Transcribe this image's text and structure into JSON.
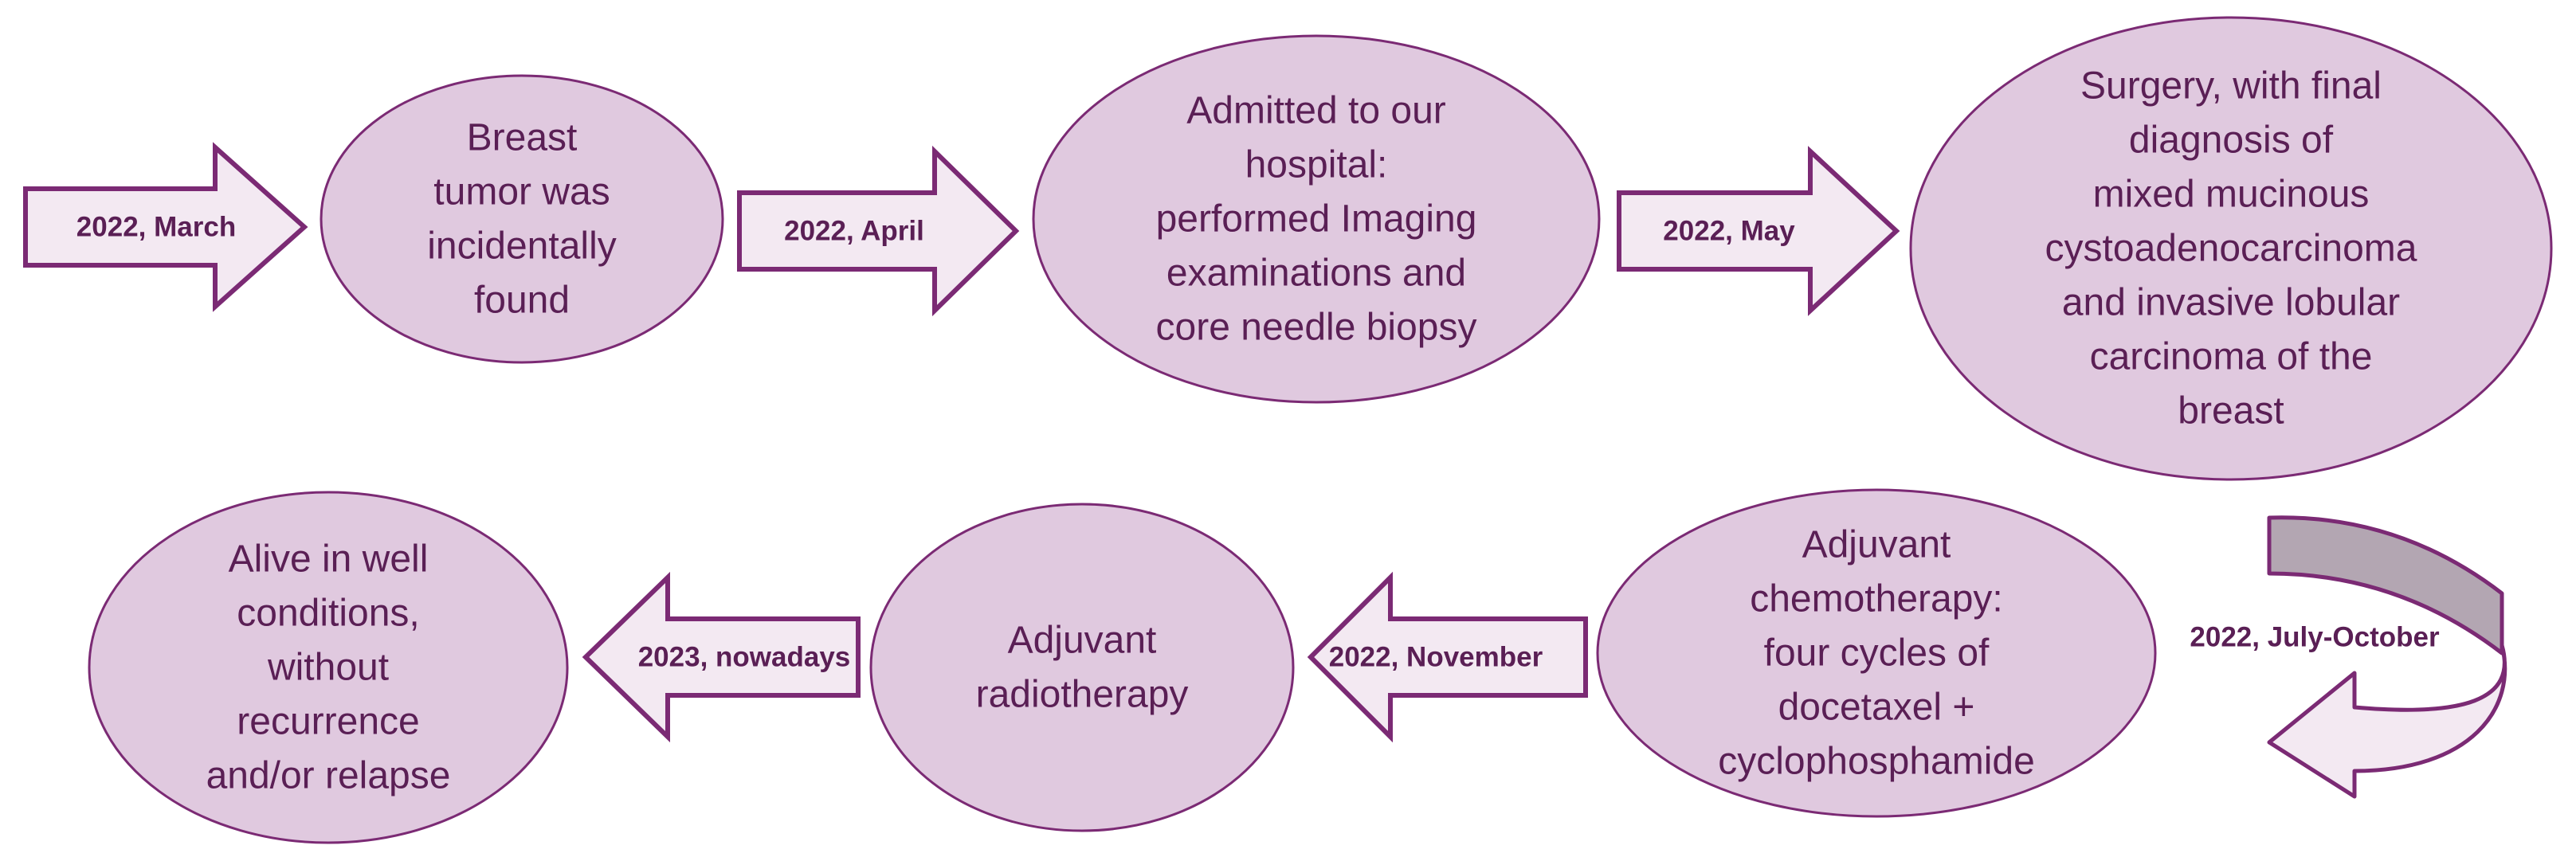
{
  "colors": {
    "node_fill": "#e0c9df",
    "arrow_fill": "#f3e9f2",
    "stroke": "#7b2a74",
    "curve_back": "#b3a6b2",
    "text": "#5a1f55"
  },
  "events": [
    {
      "id": "e1",
      "lines": [
        "Breast",
        "tumor was",
        "incidentally",
        "found"
      ]
    },
    {
      "id": "e2",
      "lines": [
        "Admitted to our",
        "hospital:",
        "performed Imaging",
        "examinations and",
        "core needle biopsy"
      ]
    },
    {
      "id": "e3",
      "lines": [
        "Surgery, with final",
        "diagnosis of",
        "mixed mucinous",
        "cystoadenocarcinoma",
        "and invasive lobular",
        "carcinoma of the",
        "breast"
      ]
    },
    {
      "id": "e4",
      "lines": [
        "Adjuvant",
        "chemotherapy:",
        "four cycles of",
        "docetaxel +",
        "cyclophosphamide"
      ]
    },
    {
      "id": "e5",
      "lines": [
        "Adjuvant",
        "radiotherapy"
      ]
    },
    {
      "id": "e6",
      "lines": [
        "Alive in well",
        "conditions,",
        "without",
        "recurrence",
        "and/or relapse"
      ]
    }
  ],
  "dates": [
    {
      "id": "d1",
      "label": "2022, March"
    },
    {
      "id": "d2",
      "label": "2022, April"
    },
    {
      "id": "d3",
      "label": "2022, May"
    },
    {
      "id": "d4",
      "label": "2022, July-October"
    },
    {
      "id": "d5",
      "label": "2022, November"
    },
    {
      "id": "d6",
      "label": "2023, nowadays"
    }
  ]
}
